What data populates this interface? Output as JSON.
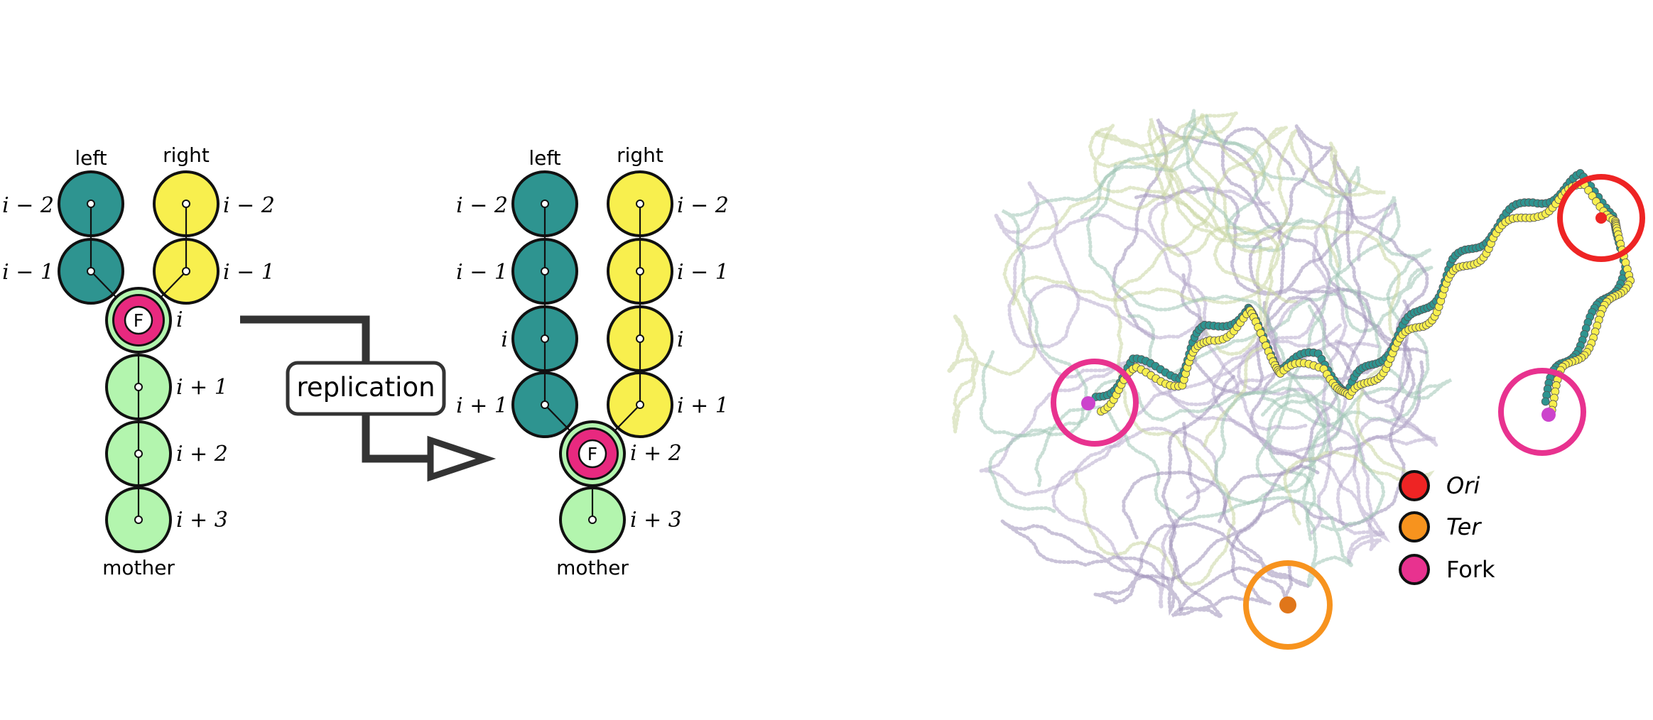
{
  "colors": {
    "left_strand": "#2e9490",
    "right_strand": "#f8ef4e",
    "mother_strand": "#b3f5ae",
    "fork": "#e8297f",
    "ori": "#ee2424",
    "ter": "#f7931e",
    "fork_marker": "#e8328f",
    "cloud_purple": "#9c90b8",
    "cloud_green": "#9fc4b4"
  },
  "diagram_before": {
    "label_left": "left",
    "label_right": "right",
    "label_mother": "mother",
    "fork_letter": "F",
    "left_indices": [
      "i − 2",
      "i − 1"
    ],
    "right_indices": [
      "i − 2",
      "i − 1"
    ],
    "fork_index": "i",
    "mother_indices": [
      "i + 1",
      "i + 2",
      "i + 3"
    ]
  },
  "arrow": {
    "label": "replication"
  },
  "diagram_after": {
    "label_left": "left",
    "label_right": "right",
    "label_mother": "mother",
    "fork_letter": "F",
    "left_indices": [
      "i − 2",
      "i − 1",
      "i",
      "i + 1"
    ],
    "right_indices": [
      "i − 2",
      "i − 1",
      "i",
      "i + 1"
    ],
    "fork_index": "i + 2",
    "mother_indices": [
      "i + 3"
    ]
  },
  "legend": {
    "items": [
      {
        "label": "Ori",
        "italic": true,
        "color_key": "ori"
      },
      {
        "label": "Ter",
        "italic": true,
        "color_key": "ter"
      },
      {
        "label": "Fork",
        "italic": false,
        "color_key": "fork_marker"
      }
    ]
  }
}
